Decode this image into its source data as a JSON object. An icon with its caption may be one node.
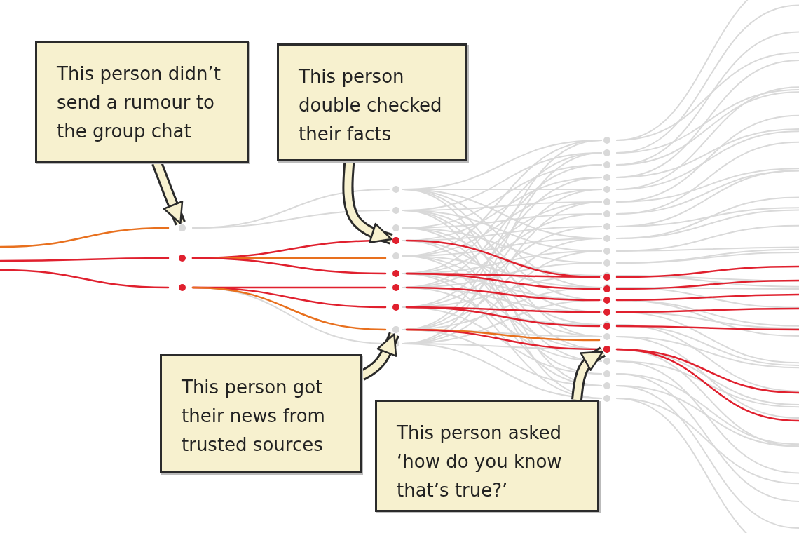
{
  "diagram": {
    "nodes": [
      {
        "text": [
          "This person didn’t send a rumour to the group chat"
        ]
      },
      {
        "text": [
          "This person double checked their facts"
        ]
      },
      {
        "text": [
          "This person got their news from trusted sources"
        ]
      },
      {
        "text": [
          "This person asked ‘how do you know that’s true?’"
        ]
      },
      {
        "text": [],
        "shape": "circle"
      },
      {
        "text": [],
        "shape": "circle"
      },
      {
        "text": [],
        "shape": "circle"
      },
      {
        "text": [],
        "shape": "circle"
      }
    ],
    "edges": [
      {
        "from": 0,
        "to": 4,
        "arrow": "to"
      },
      {
        "from": 1,
        "to": 5,
        "arrow": "to"
      },
      {
        "from": 2,
        "to": 6,
        "arrow": "to"
      },
      {
        "from": 3,
        "to": 7,
        "arrow": "to"
      }
    ]
  }
}
